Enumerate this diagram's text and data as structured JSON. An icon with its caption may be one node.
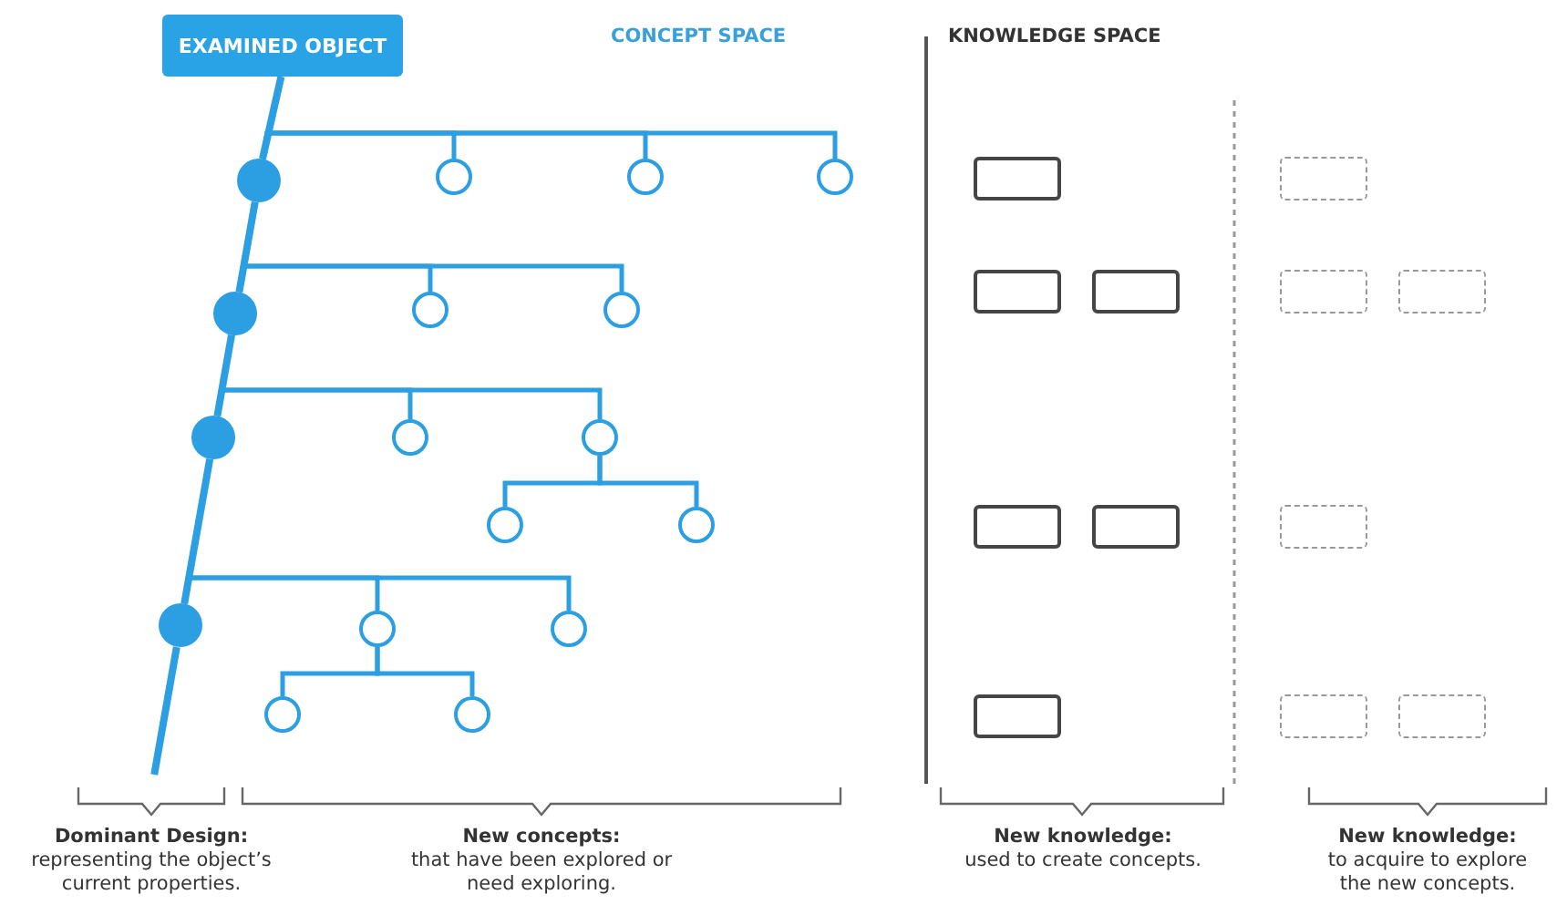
{
  "diagram": {
    "nodes": [
      {
        "text": [
          "EXAMINED OBJECT"
        ]
      },
      {
        "text": [],
        "shape": "circle"
      },
      {
        "text": [],
        "shape": "circle"
      },
      {
        "text": [],
        "shape": "circle"
      },
      {
        "text": [],
        "shape": "circle"
      },
      {
        "text": [],
        "shape": "circle"
      },
      {
        "text": [],
        "shape": "circle"
      },
      {
        "text": [],
        "shape": "circle"
      },
      {
        "text": [],
        "shape": "circle"
      },
      {
        "text": [],
        "shape": "circle"
      },
      {
        "text": [],
        "shape": "circle"
      },
      {
        "text": [],
        "shape": "circle"
      },
      {
        "text": [],
        "shape": "circle"
      },
      {
        "text": [],
        "shape": "circle"
      },
      {
        "text": [],
        "shape": "circle"
      },
      {
        "text": [],
        "shape": "circle"
      },
      {
        "text": [],
        "shape": "circle"
      },
      {
        "text": [],
        "shape": "circle"
      },
      {
        "text": [],
        "shape": "box"
      },
      {
        "text": [],
        "shape": "box"
      },
      {
        "text": [],
        "shape": "box"
      },
      {
        "text": [],
        "shape": "box"
      },
      {
        "text": [],
        "shape": "box"
      },
      {
        "text": [],
        "shape": "box"
      },
      {
        "text": [],
        "shape": "box"
      },
      {
        "text": [],
        "shape": "box"
      },
      {
        "text": [],
        "shape": "box"
      },
      {
        "text": [],
        "shape": "box"
      },
      {
        "text": [],
        "shape": "box"
      },
      {
        "text": [],
        "shape": "box"
      }
    ],
    "edges": [
      {
        "from": 0,
        "to": 1,
        "arrow": "none"
      },
      {
        "from": 1,
        "to": 5,
        "arrow": "none"
      },
      {
        "from": 5,
        "to": 8,
        "arrow": "none"
      },
      {
        "from": 8,
        "to": 13,
        "arrow": "none"
      },
      {
        "from": 1,
        "to": 2,
        "arrow": "none"
      },
      {
        "from": 1,
        "to": 3,
        "arrow": "none"
      },
      {
        "from": 1,
        "to": 4,
        "arrow": "none"
      },
      {
        "from": 5,
        "to": 6,
        "arrow": "none"
      },
      {
        "from": 5,
        "to": 7,
        "arrow": "none"
      },
      {
        "from": 8,
        "to": 9,
        "arrow": "none"
      },
      {
        "from": 8,
        "to": 10,
        "arrow": "none"
      },
      {
        "from": 10,
        "to": 11,
        "arrow": "none"
      },
      {
        "from": 10,
        "to": 12,
        "arrow": "none"
      },
      {
        "from": 13,
        "to": 14,
        "arrow": "none"
      },
      {
        "from": 13,
        "to": 15,
        "arrow": "none"
      },
      {
        "from": 14,
        "to": 16,
        "arrow": "none"
      },
      {
        "from": 14,
        "to": 17,
        "arrow": "none"
      }
    ],
    "labels": [
      "CONCEPT SPACE",
      "KNOWLEDGE SPACE",
      "Dominant Design:",
      "representing the object’s current properties.",
      "New concepts:",
      "that have been explored or need exploring.",
      "New knowledge:",
      "used to create concepts.",
      "New knowledge:",
      "to acquire to explore the new concepts."
    ]
  }
}
